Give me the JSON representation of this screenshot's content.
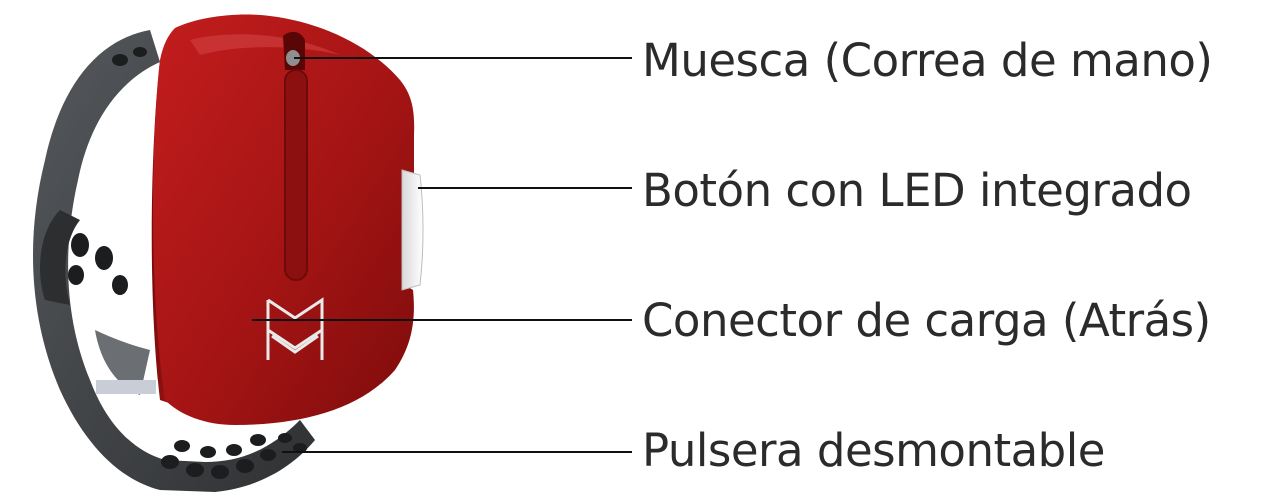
{
  "callouts": [
    {
      "label": "Muesca (Correa de mano)"
    },
    {
      "label": "Botón con LED integrado"
    },
    {
      "label": "Conector de carga (Atrás)"
    },
    {
      "label": "Pulsera desmontable"
    }
  ],
  "colors": {
    "device_red": "#a41414",
    "band_gray": "#3e4144",
    "button_white": "#f2f2f2",
    "leader_line": "#111111",
    "text": "#2b2b2b"
  },
  "icons": [
    "brand-logo-icon"
  ]
}
